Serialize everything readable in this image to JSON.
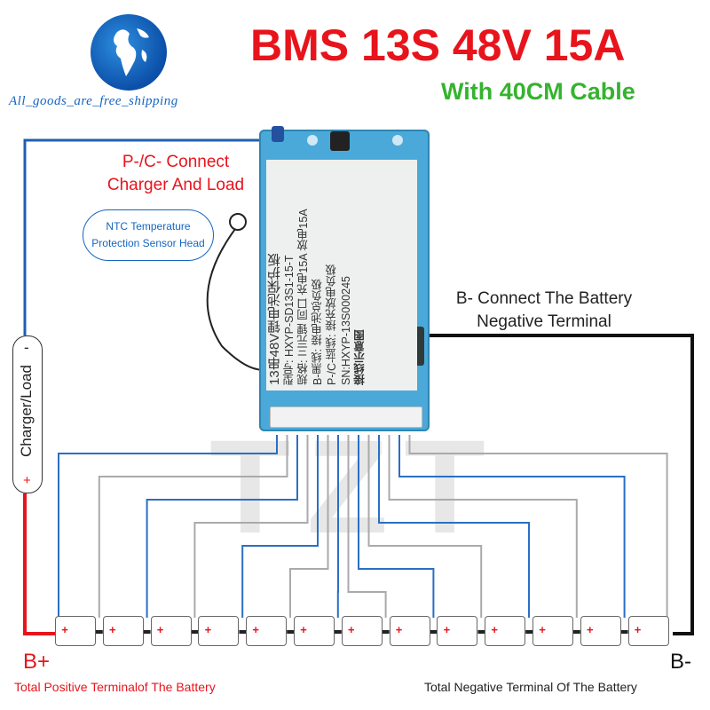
{
  "title": "BMS 13S 48V 15A",
  "subtitle": "With 40CM Cable",
  "shop": "All_goods_are_free_shipping",
  "pc_connect": {
    "line1": "P-/C- Connect",
    "line2": "Charger And Load"
  },
  "ntc": {
    "line1": "NTC Temperature",
    "line2": "Protection Sensor Head"
  },
  "b_minus_note": {
    "line1": "B- Connect The Battery",
    "line2": "Negative Terminal"
  },
  "charger_label": {
    "text": "Charger/Load",
    "minus": "-",
    "plus": "+"
  },
  "b_plus": "B+",
  "b_minus": "B-",
  "total_positive": "Total Positive Terminalof The Battery",
  "total_negative": "Total Negative Terminal Of The Battery",
  "board_label": {
    "line1": "13串48V锂电池保护板",
    "line2": "型号: HXYP-SD13S1-15-T",
    "line3": "规格: 三元锂 同口  充电15A  放电15A",
    "line4": "B-黑线: 接电池总负极",
    "line5": "P-/C-蓝线: 接充放电负极",
    "line6": "SN:HXYP-13S000245",
    "line7": "接线示意图"
  },
  "cell_count": 13,
  "cell_plus_symbol": "+",
  "watermark": "TZT",
  "colors": {
    "title": "#e8141c",
    "subtitle": "#35b32f",
    "positive_wire": "#e8141c",
    "negative_wire": "#111111",
    "load_wire": "#1f5fb0",
    "balance_wire_blue": "#2a6fc4",
    "balance_wire_gray": "#aaaaaa",
    "board": "#4aa9d8"
  }
}
